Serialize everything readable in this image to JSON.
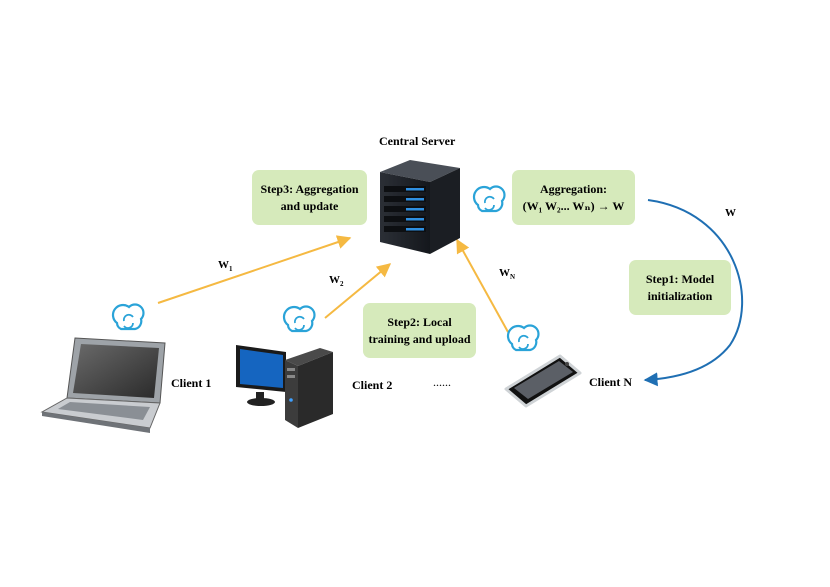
{
  "server": {
    "label": "Central Server"
  },
  "clients": [
    {
      "label": "Client 1"
    },
    {
      "label": "Client 2"
    },
    {
      "label": "Client N"
    }
  ],
  "ellipsis": "......",
  "steps": {
    "step1": {
      "line1": "Step1: Model",
      "line2": "initialization"
    },
    "step2": {
      "line1": "Step2: Local",
      "line2": "training and upload"
    },
    "step3": {
      "line1": "Step3: Aggregation",
      "line2": "and update"
    },
    "aggregation": {
      "line1": "Aggregation:",
      "formula": "(W₁ W₂... Wₙ) → W"
    }
  },
  "weights": {
    "w1": {
      "base": "W",
      "sub": "1"
    },
    "w2": {
      "base": "W",
      "sub": "2"
    },
    "wn": {
      "base": "W",
      "sub": "N"
    },
    "w": "W"
  },
  "colors": {
    "box_fill": "#d6eabb",
    "upload_arrow": "#f5b942",
    "broadcast_arrow": "#1f6fb3",
    "sync_icon": "#2aa3d8"
  },
  "icons": [
    "laptop-icon",
    "desktop-computer-icon",
    "smartphone-icon",
    "server-tower-icon",
    "sync-cloud-icon"
  ]
}
